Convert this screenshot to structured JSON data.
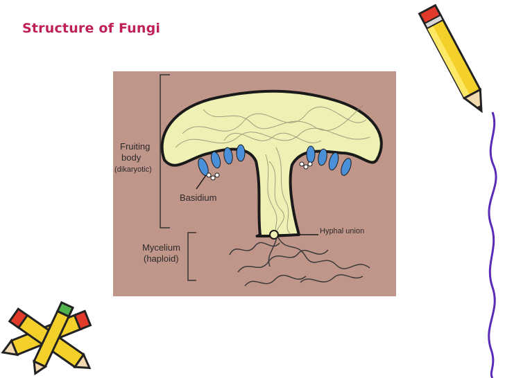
{
  "slide": {
    "title": "Structure of Fungi"
  },
  "diagram": {
    "labels": {
      "fruiting_body_line1": "Fruiting",
      "fruiting_body_line2": "body",
      "fruiting_body_line3": "(dikaryotic)",
      "basidium": "Basidium",
      "hyphal_union": "Hyphal union",
      "mycelium_line1": "Mycelium",
      "mycelium_line2": "(haploid)"
    },
    "colors": {
      "background": "#c0968a",
      "mushroom_fill": "#eef0b4",
      "basidium_fill": "#4a90d9",
      "outline": "#1a1a1a",
      "title": "#c0205a"
    }
  },
  "decorations": {
    "top_right": "pencil-icon",
    "bottom_left": "crossed-pencils-icon",
    "right_edge": "squiggle-line"
  }
}
